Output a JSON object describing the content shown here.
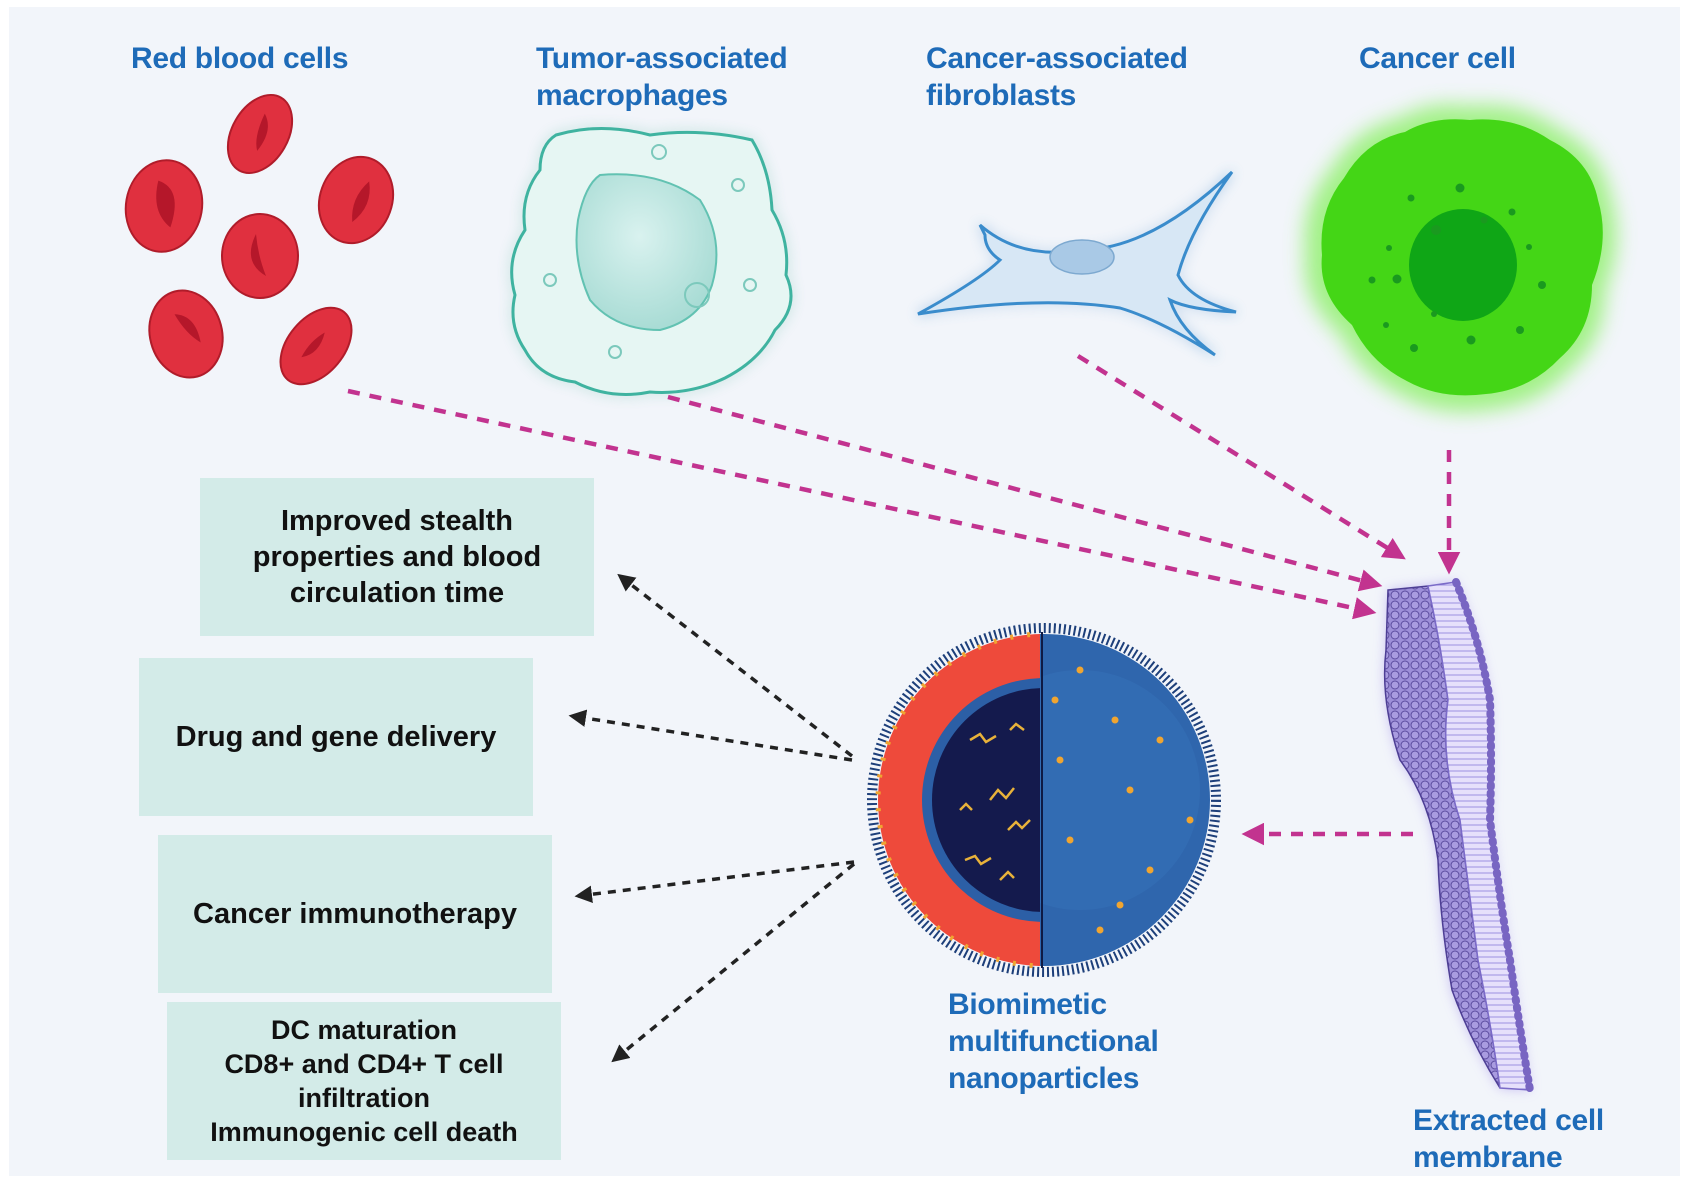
{
  "cell_labels": {
    "red_blood_cells": "Red blood cells",
    "tam": "Tumor-associated\nmacrophages",
    "caf": "Cancer-associated\nfibroblasts",
    "cancer_cell": "Cancer cell"
  },
  "membrane_label": "Extracted cell\nmembrane",
  "nanoparticle_label": "Biomimetic\nmultifunctional\nnanoparticles",
  "applications": [
    "Improved stealth\nproperties and blood\ncirculation time",
    "Drug and gene delivery",
    "Cancer immunotherapy",
    "DC maturation\nCD8+ and CD4+ T cell\ninfiltration\nImmunogenic cell death"
  ],
  "colors": {
    "background": "#f2f5fa",
    "label_blue": "#1e6bb8",
    "box_fill": "#d3ebe8",
    "source_arrow": "#c2338f",
    "application_arrow": "#222222",
    "rbc": "#e0303f",
    "macrophage": "#c7ebe6",
    "fibroblast": "#cfe3f3",
    "cancer_cell": "#44d616",
    "membrane": "#8d7dd0",
    "nanoparticle_blue": "#2f66ad",
    "nanoparticle_red": "#ee4a3b"
  }
}
